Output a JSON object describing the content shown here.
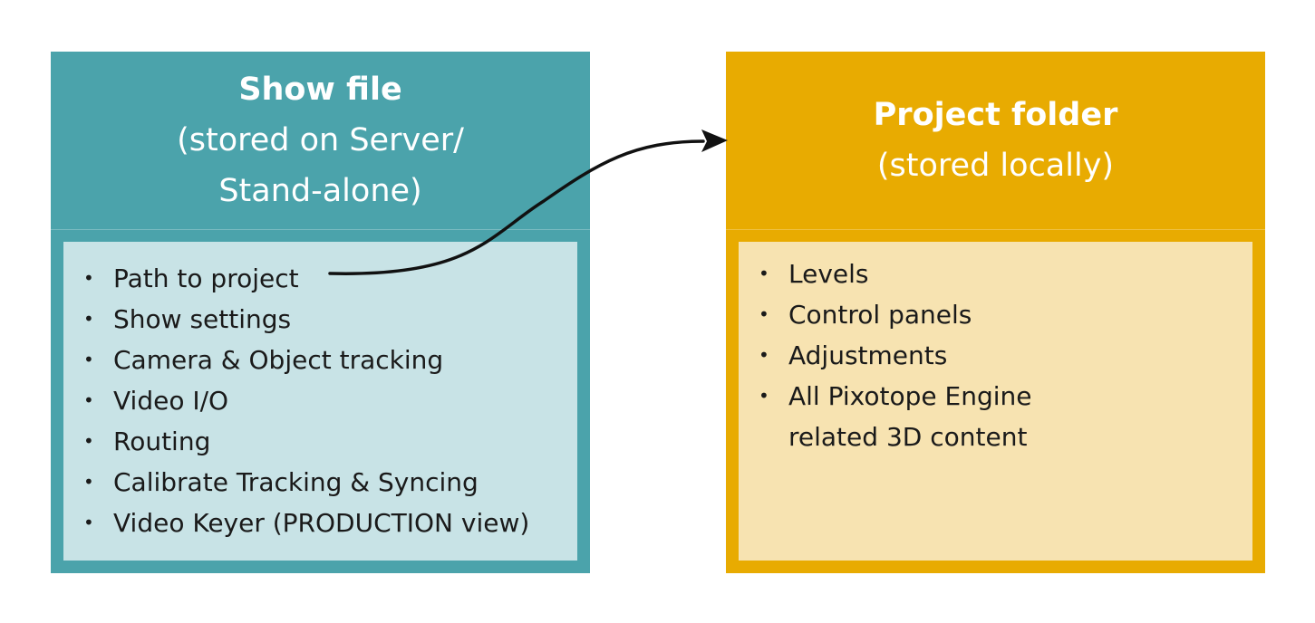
{
  "show_file": {
    "title": "Show file",
    "subtitle_line1": "(stored on Server/",
    "subtitle_line2": "Stand-alone)",
    "items": [
      "Path to project",
      "Show settings",
      "Camera & Object tracking",
      "Video I/O",
      "Routing",
      "Calibrate Tracking & Syncing",
      "Video Keyer (PRODUCTION view)"
    ]
  },
  "project_folder": {
    "title": "Project folder",
    "subtitle": "(stored locally)",
    "items": [
      "Levels",
      "Control panels",
      "Adjustments",
      "All Pixotope Engine\nrelated 3D content"
    ]
  },
  "colors": {
    "show_header": "#4ba3ab",
    "show_body": "#c8e3e6",
    "project_header": "#e8ab01",
    "project_body": "#f7e3b1",
    "arrow": "#111111"
  },
  "bullet_glyph": "•"
}
